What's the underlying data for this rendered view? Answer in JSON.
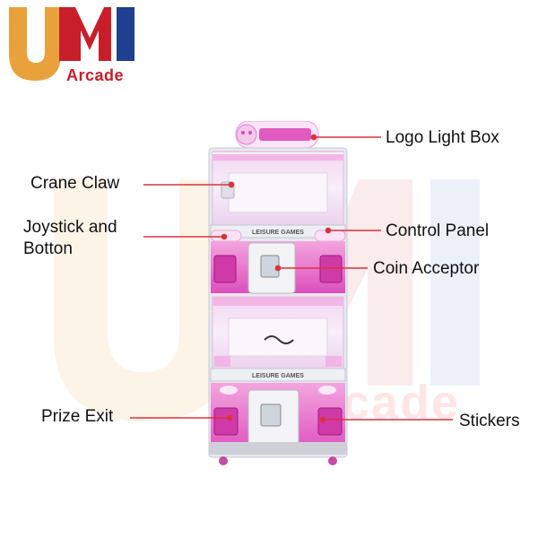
{
  "brand": {
    "arcade": "Arcade",
    "colors": {
      "u": "#e9a23b",
      "m_red": "#c81e2a",
      "m_blue": "#1f3f8f"
    }
  },
  "watermark": {
    "text": "Arcade"
  },
  "machine": {
    "panel_text_top": "LEISURE GAMES",
    "panel_text_bottom": "LEISURE GAMES",
    "colors": {
      "pink": "#e563c5",
      "pink_light": "#f6b4e6",
      "frame": "#dcdde6",
      "glass": "#f4eef8"
    }
  },
  "labels": {
    "logo_light_box": "Logo Light Box",
    "crane_claw": "Crane Claw",
    "joystick_line1": "Joystick and",
    "joystick_line2": "Botton",
    "control_panel": "Control Panel",
    "coin_acceptor": "Coin Acceptor",
    "prize_exit": "Prize Exit",
    "stickers": "Stickers"
  },
  "leader_color": "#d9333b"
}
